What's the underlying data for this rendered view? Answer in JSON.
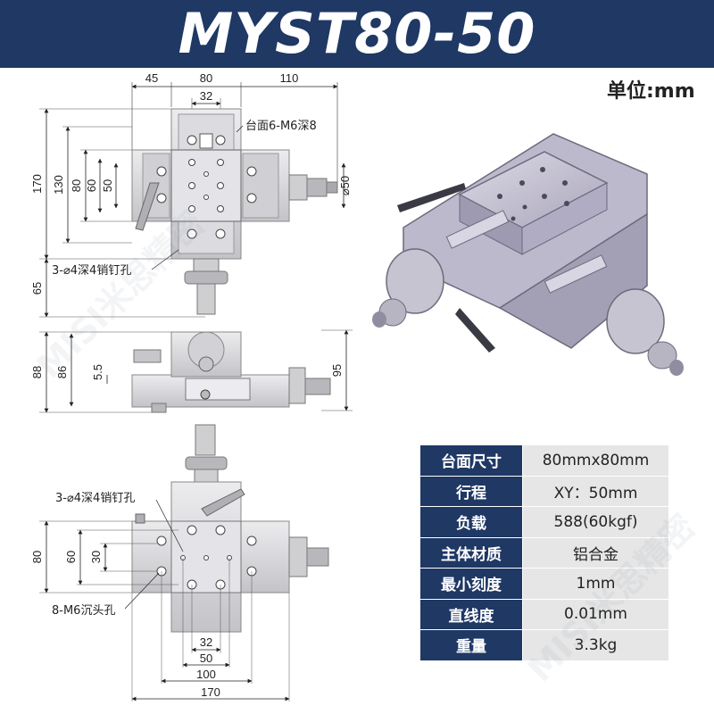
{
  "title": "MYST80-50",
  "unit_label": "单位:mm",
  "top_view": {
    "dims_top": [
      "45",
      "80",
      "110"
    ],
    "dim_32": "32",
    "dims_left": [
      "170",
      "130",
      "80",
      "60",
      "50"
    ],
    "dim_65": "65",
    "dim_phi50": "⌀50",
    "note_table": "台面6-M6深8",
    "note_pins": "3-⌀4深4销钉孔"
  },
  "side_view": {
    "dim_88": "88",
    "dim_86": "86",
    "dim_5_5": "5.5",
    "dim_95": "95"
  },
  "bottom_view": {
    "note_pins": "3-⌀4深4销钉孔",
    "note_holes": "8-M6沉头孔",
    "dim_80": "80",
    "dim_60": "60",
    "dim_30": "30",
    "dims_bottom": [
      "32",
      "50",
      "100",
      "170"
    ]
  },
  "specs": [
    {
      "key": "台面尺寸",
      "value": "80mmx80mm"
    },
    {
      "key": "行程",
      "value": "XY：50mm"
    },
    {
      "key": "负载",
      "value": "588(60kgf)"
    },
    {
      "key": "主体材质",
      "value": "铝合金"
    },
    {
      "key": "最小刻度",
      "value": "1mm"
    },
    {
      "key": "直线度",
      "value": "0.01mm"
    },
    {
      "key": "重量",
      "value": "3.3kg"
    }
  ],
  "watermark": "MISI米思精密",
  "colors": {
    "header": "#1f3864",
    "table_key": "#1f3864",
    "table_value": "#e6e6e6",
    "metal": "#d8d8dc",
    "render": "#c9c6d6"
  }
}
